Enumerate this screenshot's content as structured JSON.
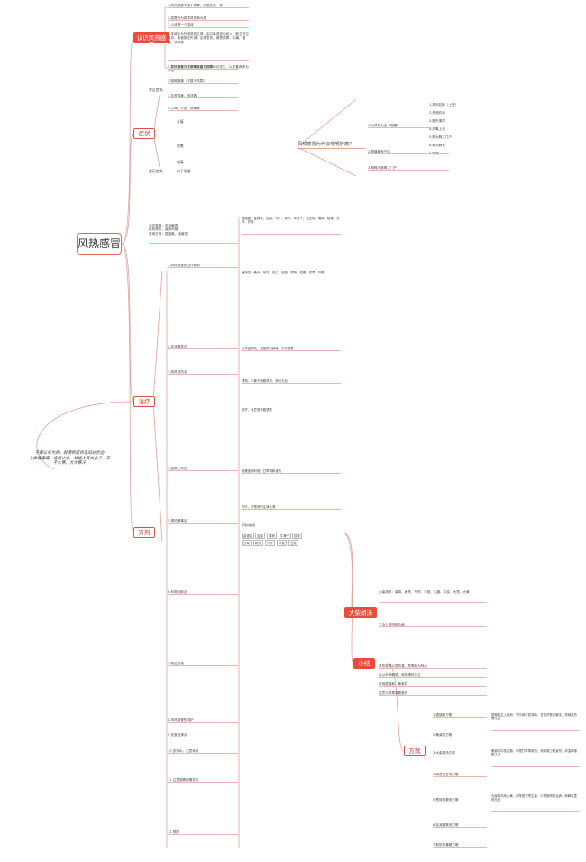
{
  "title": "风热感冒",
  "quote": "不要以名为热，就要和痰热等同对舌边\n上痹痛痛痛，肯但止血，并经止其血多了，不\n不大寒，大大寒汗",
  "branches": {
    "renshi": "认识风热感冒",
    "zhengzhuang": "症状",
    "zhiliao": "治疗",
    "fangji": "方剂",
    "jiu": "大柴胡汤",
    "xiao": "小结",
    "fangge": "方歌"
  },
  "renshi_notes": [
    "1.风热感冒不属于风寒，而是热的一种",
    "2.感冒分为风寒风热两大类",
    "3.人体是一个整体",
    "4.本病多为外感风热之邪，由口鼻或皮毛而入，肺卫首当其冲，致使肺卫失调，出现发热、微恶风寒、头痛、咽痛、咳嗽等",
    "5.风热感冒的发病率较高，四季均可发生，以冬春两季为多见"
  ],
  "zhengzhuang": {
    "label1": "常见症状",
    "label2": "兼证症状",
    "lines": [
      "1.发热较著（不恶寒或微恶风寒）",
      "2.咽喉肿痛（不属于风寒）",
      "3.舌苔薄黄，脉浮数",
      "4.口渴，汗出，咳嗽等"
    ],
    "sub": [
      "头痛",
      "咳嗽",
      "咽痛",
      "口干咽燥"
    ]
  },
  "question": {
    "title": "风热感冒为何会咽喉肿痛?",
    "items": [
      "1.风热犯肺（上受）",
      "2.热邪灼津",
      "3.肺失清肃",
      "4.热毒上攻",
      "5.咽为肺之门户",
      "6.喉为肺系",
      "7.咽喉"
    ],
    "notes": [
      "1.以风热为主（咽痛）",
      "2.咽痛兼有干咳",
      "3.咽喉为肺胃之门户"
    ]
  },
  "zhiliao_intro": "治疗原则：辛凉解表\n疏风清热，宣肺利咽\n常用方剂：银翘散、桑菊饮",
  "zhiliao_items": [
    "1.风热感冒的治疗原则",
    "2.辛凉解表法",
    "3.疏风清热法",
    "4.宣肺止咳法",
    "5.清热解毒法",
    "6.利咽消肿法",
    "7.随证加减",
    "8.风热感冒的调护",
    "9.饮食宜清淡",
    "10.多饮水，注意休息",
    "11.注意观察病情变化",
    "12.预防"
  ],
  "zhiliao_detail": [
    "银翘散：金银花、连翘、竹叶、荆芥、牛蒡子、淡豆豉、薄荷、桔梗、甘草、芦根",
    "桑菊饮：桑叶、菊花、杏仁、连翘、薄荷、桔梗、甘草、芦根",
    "方中金银花、连翘清热解毒，辛凉透表",
    "薄荷、牛蒡子疏散风热，清利头目",
    "荆芥、淡豆豉辛散透表",
    "桔梗宣肺利咽，甘草调和诸药",
    "竹叶、芦根清热生津止渴"
  ],
  "fangji_label": "药物组成",
  "fangji_cells": [
    "金银花",
    "连翘",
    "薄荷",
    "牛蒡子",
    "桔梗",
    "甘草",
    "荆芥",
    "竹叶",
    "芦根",
    "豆豉"
  ],
  "jiu_lines": [
    "大柴胡汤：柴胡、黄芩、芍药、半夏、生姜、枳实、大枣、大黄",
    "主治少阳阳明合病"
  ],
  "xiao_lines": [
    "风热感冒以发热重、恶寒轻为特点",
    "治以辛凉解表，疏风清热为主",
    "常用银翘散、桑菊饮",
    "注意与风寒感冒鉴别"
  ],
  "fangge_items": [
    "1.银翘散方歌",
    "2.桑菊饮方歌",
    "3.大柴胡汤方歌",
    "4.麻杏石甘汤方歌",
    "5.葱豉桔梗汤方歌",
    "6.加减葳蕤汤方歌",
    "7.荆防败毒散方歌"
  ],
  "fangge_detail": [
    "银翘散主上焦疴，竹叶荆牛豉薄荷，甘桔芦根凉解法，清疏风热煮无过",
    "桑菊饮中桔杏翘，芦根甘草薄荷饶，清疏肺卫轻宣剂，风温咳嗽服之消",
    "大柴胡汤用大黄，枳芩夏芍枣生姜，少阳阳明同合病，和解攻里效无双"
  ],
  "colors": {
    "accent": "#d9534f",
    "line": "#e0a39b"
  }
}
